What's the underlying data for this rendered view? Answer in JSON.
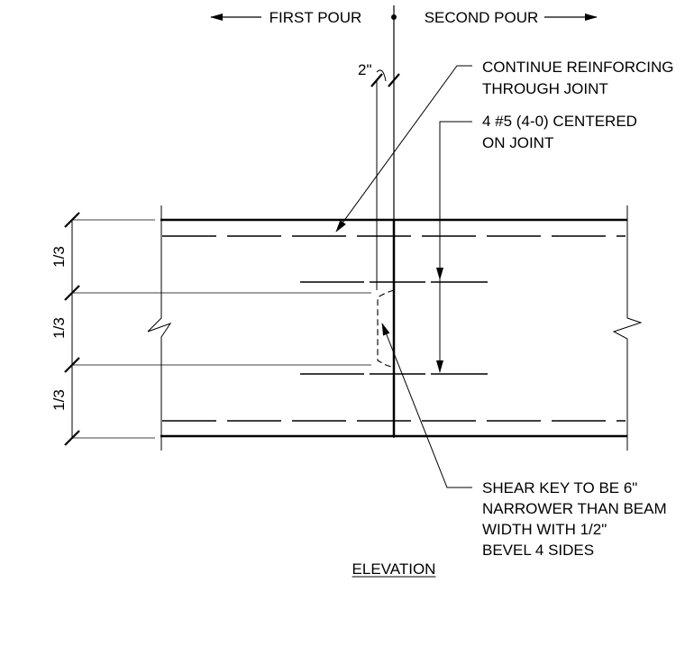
{
  "header": {
    "first_pour": "FIRST POUR",
    "second_pour": "SECOND POUR"
  },
  "dimensions": {
    "joint_offset": "2\"",
    "thirds": [
      "1/3",
      "1/3",
      "1/3"
    ]
  },
  "notes": {
    "reinforcing_line1": "CONTINUE REINFORCING",
    "reinforcing_line2": "THROUGH JOINT",
    "bars_line1": "4 #5 (4-0) CENTERED",
    "bars_line2": "ON JOINT",
    "shear_key_lines": [
      "SHEAR KEY TO BE 6\"",
      "NARROWER THAN BEAM",
      "WIDTH WITH 1/2\"",
      "BEVEL 4 SIDES"
    ]
  },
  "title": "ELEVATION"
}
